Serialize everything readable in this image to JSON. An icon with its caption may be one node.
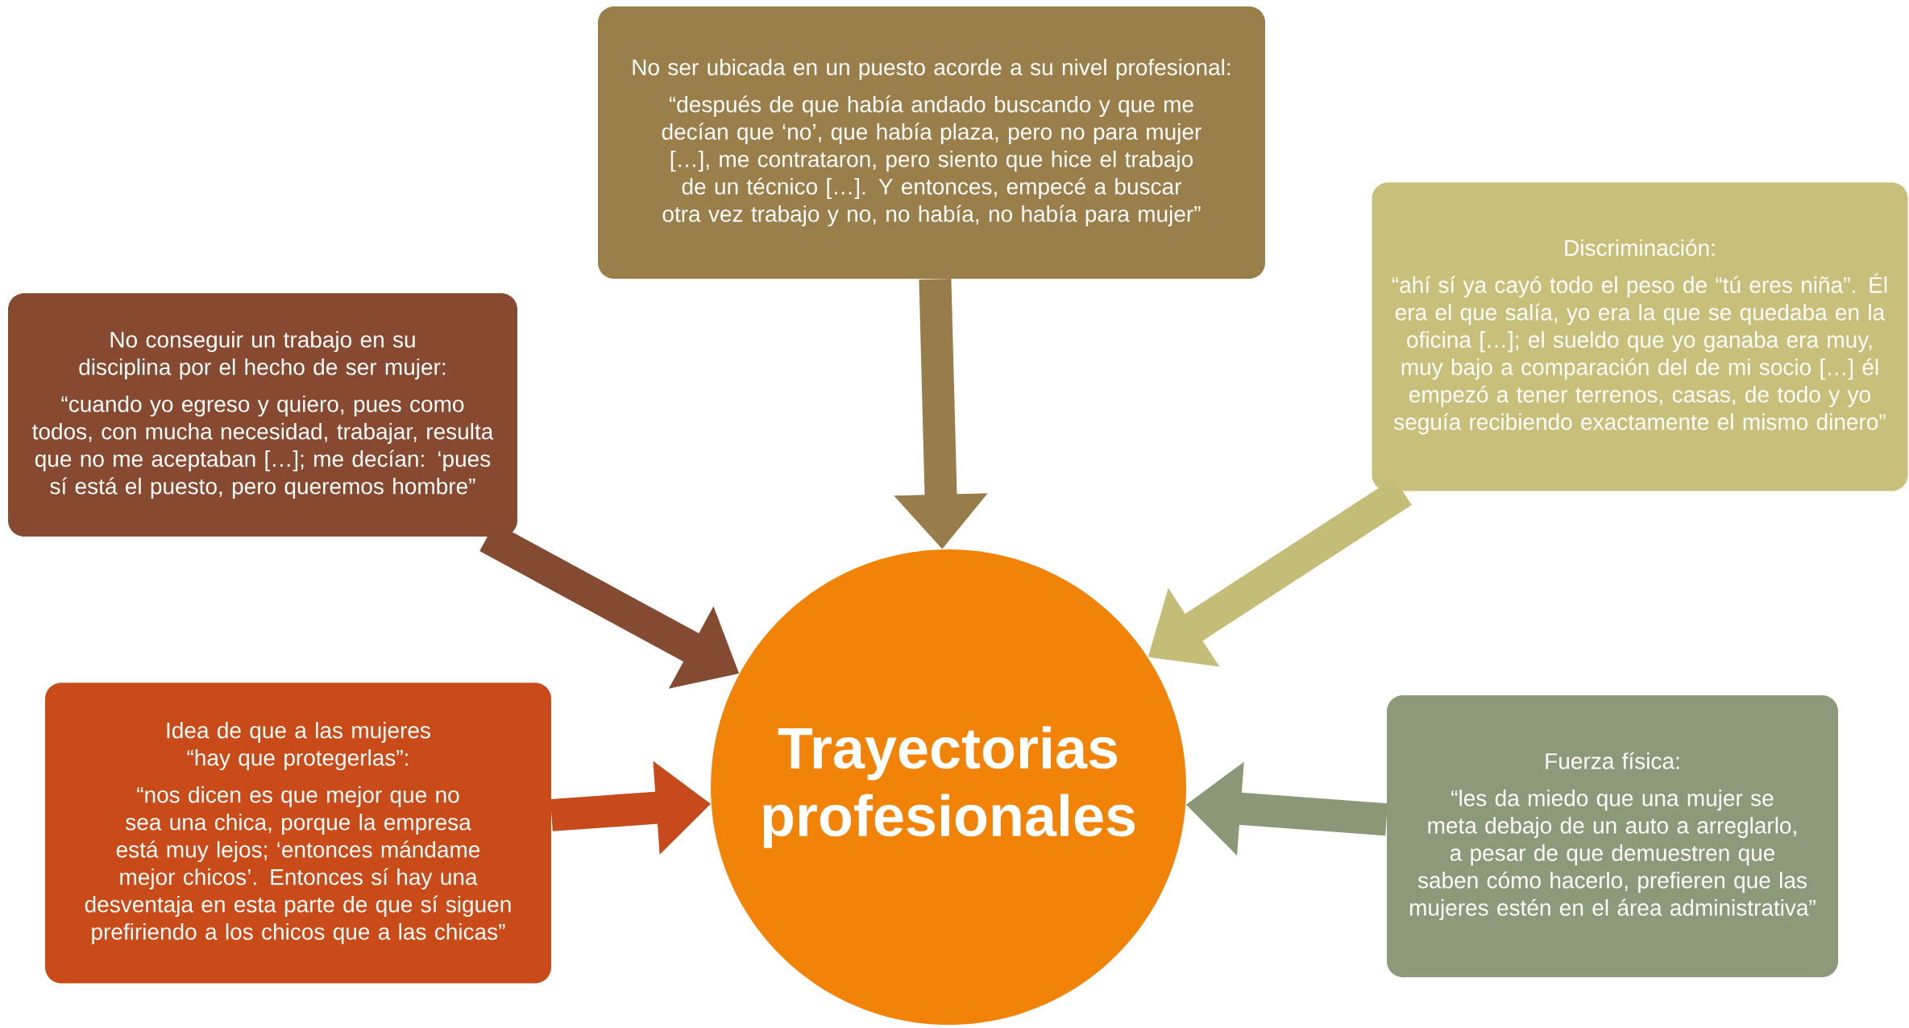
{
  "diagram": {
    "nodes": [
      {
        "text": [
          "Trayectorias profesionales"
        ]
      },
      {
        "text": [
          "No ser ubicada en un puesto acorde a su nivel profesional:",
          "“después de que había andado buscando y que me decían que ‘no’, que había plaza, pero no para mujer […], me contrataron, pero siento que hice el trabajo de un técnico […]. Y entonces, empecé a buscar otra vez trabajo y no, no había, no había para mujer”"
        ]
      },
      {
        "text": [
          "No conseguir un trabajo en su disciplina por el hecho de ser mujer:",
          "“cuando yo egreso y quiero, pues como todos, con mucha necesidad, trabajar, resulta que no me aceptaban […]; me decían: ‘pues sí está el puesto, pero queremos hombre”"
        ]
      },
      {
        "text": [
          "Discriminación:",
          "“ahí sí ya cayó todo el peso de “tú eres niña”. Él era el que salía, yo era la que se quedaba en la oficina […]; el sueldo que yo ganaba era muy, muy bajo a comparación del de mi socio […] él empezó a tener terrenos, casas, de todo y yo seguía recibiendo exactamente el mismo dinero”"
        ]
      },
      {
        "text": [
          "Idea de que a las mujeres “hay que protegerlas”:",
          "“nos dicen es que mejor que no sea una chica, porque la empresa está muy lejos; ‘entonces mándame mejor chicos’. Entonces sí hay una desventaja en esta parte de que sí siguen prefiriendo a los chicos que a las chicas”"
        ]
      },
      {
        "text": [
          "Fuerza física:",
          "“les da miedo que una mujer se meta debajo de un auto a arreglarlo, a pesar de que demuestren que saben cómo hacerlo, prefieren que las mujeres estén en el área administrativa”"
        ]
      }
    ],
    "edges": [
      {
        "from": 1,
        "to": 0,
        "arrow": "to",
        "color": "#987c4a"
      },
      {
        "from": 2,
        "to": 0,
        "arrow": "to",
        "color": "#844a32"
      },
      {
        "from": 3,
        "to": 0,
        "arrow": "to",
        "color": "#c4bd78"
      },
      {
        "from": 4,
        "to": 0,
        "arrow": "to",
        "color": "#c64a1c"
      },
      {
        "from": 5,
        "to": 0,
        "arrow": "to",
        "color": "#8a9878"
      }
    ]
  }
}
